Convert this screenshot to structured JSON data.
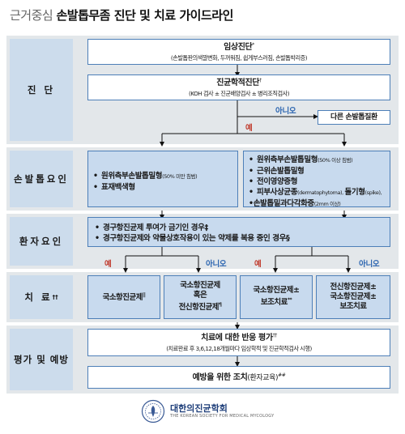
{
  "title": {
    "prefix": "근거중심",
    "main": "손발톱무좀 진단 및 치료 가이드라인"
  },
  "sections": {
    "diagnosis": "진 단",
    "nail_factors": "손발톱요인",
    "patient_factors": "환자요인",
    "treatment": "치 료",
    "treatment_sup": "††",
    "evaluation": "평가 및 예방"
  },
  "diagnosis": {
    "clinical": {
      "title": "임상진단",
      "sup": "*",
      "detail": "(손발톱판의색깔변화, 두꺼워짐, 쉽게부스러짐, 손발톱박리증)"
    },
    "mycology": {
      "title": "진균학적진단",
      "sup": "†",
      "detail": "(KOH 검사 ± 진균배양검사 ± 병리조직검사)"
    },
    "no_label": "아니오",
    "yes_label": "예",
    "other_disease": "다른 손발톱질환"
  },
  "nail_factors": {
    "left": [
      {
        "text": "원위측부손발톱밀형",
        "small": "(50% 미만 침범)"
      },
      {
        "text": "표재백색형",
        "small": ""
      }
    ],
    "right": [
      {
        "text": "원위측부손발톱밀형",
        "small": "(50% 이상 침범)"
      },
      {
        "text": "근위손발톱밀형",
        "small": ""
      },
      {
        "text": "전이영양증형",
        "small": ""
      },
      {
        "text": "피부사상균종",
        "small": "(dermatophytoma), ",
        "text2": "돌기형",
        "small2": "(spike),"
      },
      {
        "text": "손발톱밑과다각화증",
        "small": "(2mm 이상)"
      }
    ]
  },
  "patient_factors": {
    "items": [
      "경구항진균제 투여가 금기인 경우‡",
      "경구항진균제와 약물상호작용이 있는 약제를 복용 중인 경우§"
    ],
    "yes1": "예",
    "no1": "아니오",
    "yes2": "예",
    "no2": "아니오"
  },
  "treatment": {
    "t1": {
      "line1": "국소항진균제",
      "sup": "||"
    },
    "t2": {
      "line1": "국소항진균제",
      "line2": "혹은",
      "line3": "전신항진균제",
      "sup": "¶"
    },
    "t3": {
      "line1": "국소항진균제±",
      "line2": "보조치료",
      "sup": "**"
    },
    "t4": {
      "line1": "전신항진균제±",
      "line2": "국소항진균제±",
      "line3": "보조치료"
    }
  },
  "evaluation": {
    "response": {
      "title": "치료에 대한 반응 평가",
      "sup": "††",
      "detail": "(치료완료 후 3,6,12,18개월마다 임상학적 및 진균학적검사 시행)"
    },
    "prevention": {
      "title": "예방을 위한 조치",
      "title_suffix": "(환자교육)",
      "sup": "##"
    }
  },
  "logo": {
    "name": "대한의진균학회",
    "subtitle": "THE KOREAN SOCIETY FOR MEDICAL MYCOLOGY"
  },
  "colors": {
    "panel": "#e3e7ea",
    "side": "#ccdcec",
    "box": "#c8daee",
    "border": "#4d7fb8",
    "yes": "#c0392b",
    "no": "#2a64b0"
  }
}
